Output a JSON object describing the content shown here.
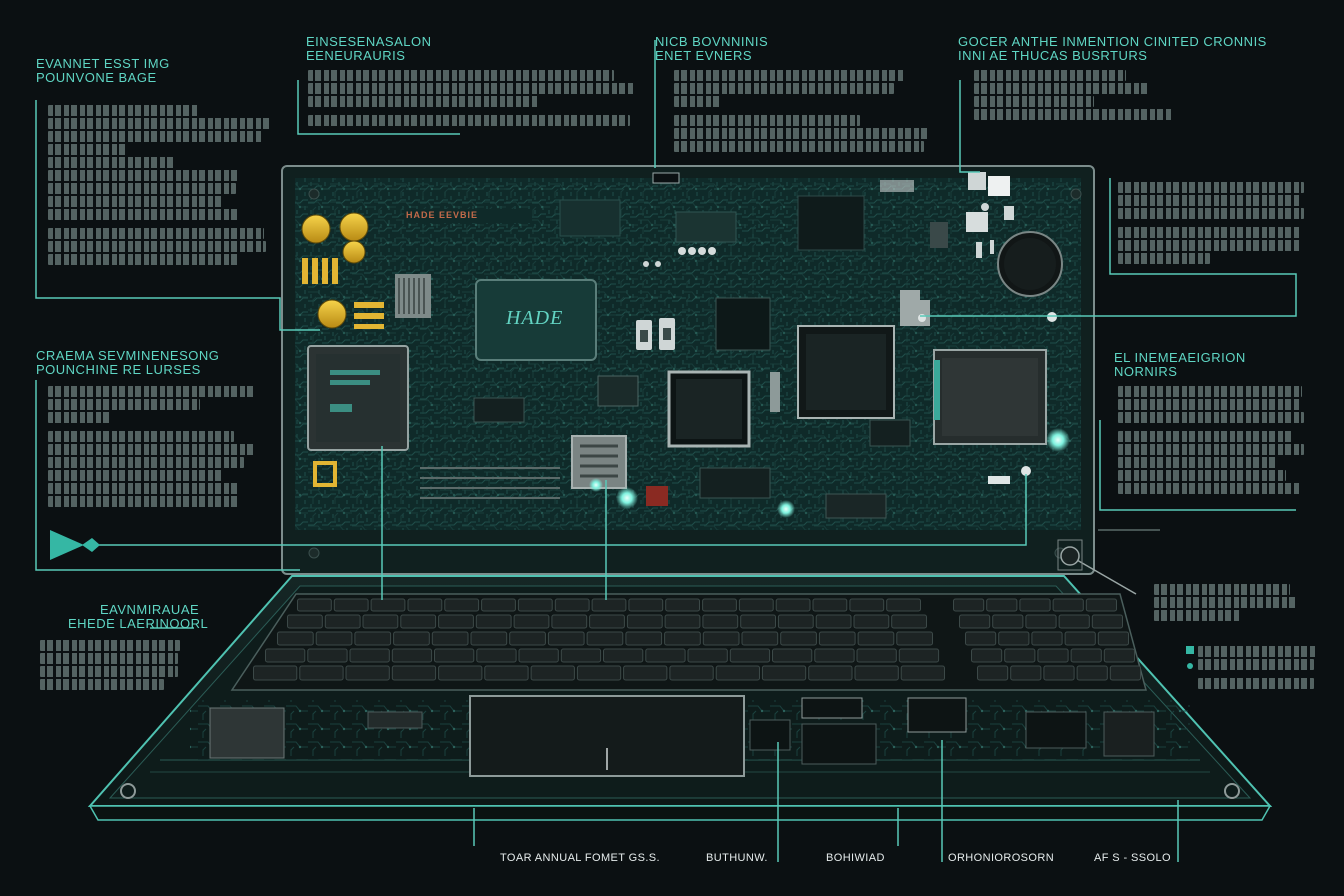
{
  "callouts": {
    "top_left": {
      "title_line1": "EVANNET ESST IMG",
      "title_line2": "POUNVONE BAGE"
    },
    "top_center_left": {
      "title_line1": "EINSESENASALON",
      "title_line2": "EENEURAURIS"
    },
    "top_center": {
      "title_line1": "NICB BOVNNINIS",
      "title_line2": "ENET EVNERS"
    },
    "top_right": {
      "title_line1": "GOCER ANTHE INMENTION CINITED CRONNIS",
      "title_line2": "INNI AE THUCAS BUSRTURS"
    },
    "mid_left": {
      "title_line1": "CRAEMA SEVMINENESONG",
      "title_line2": "POUNCHINE RE LURSES"
    },
    "mid_right": {
      "title_line1": "EL INEMEAEIGRION",
      "title_line2": "NORNIRS"
    },
    "bottom_left": {
      "title_line1": "EAVNMIRAUAE",
      "title_line2": "EHEDE LAERINOORL"
    }
  },
  "board": {
    "chip_label": "HADE",
    "silkscreen": "HADE EEVBIE"
  },
  "bottom_labels": {
    "label_1": "TOAR ANNUAL FOMET GS.S.",
    "label_2": "BUTHUNW.",
    "label_3": "BOHIWIAD",
    "label_4": "ORHONIOROSORN",
    "label_5": "AF S - SSOLO"
  },
  "colors": {
    "background": "#0b1012",
    "accent": "#5fd6c4",
    "pcb": "#0f2a29",
    "chip_gold": "#e0b630",
    "led": "#9ff7ea"
  }
}
